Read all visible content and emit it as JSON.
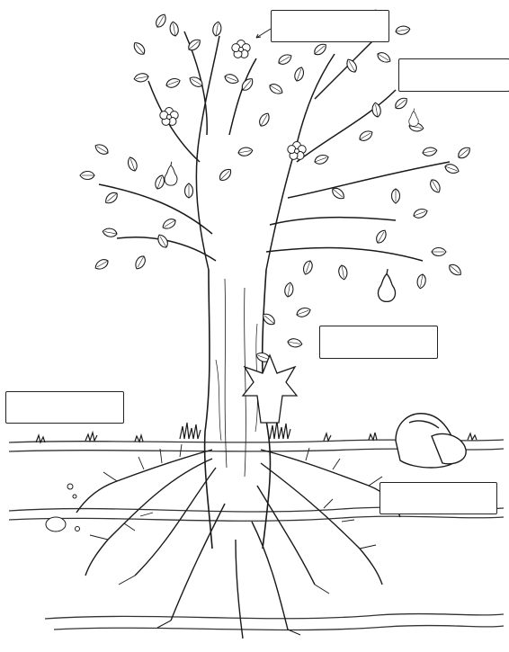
{
  "diagram": {
    "label_boxes": [
      {
        "id": "box-flower",
        "text": ""
      },
      {
        "id": "box-fruit",
        "text": ""
      },
      {
        "id": "box-leaf",
        "text": ""
      },
      {
        "id": "box-trunk",
        "text": ""
      },
      {
        "id": "box-roots",
        "text": ""
      }
    ]
  },
  "colors": {
    "line": "#1a1a1a",
    "background": "#ffffff",
    "soil_line": "#333333"
  }
}
